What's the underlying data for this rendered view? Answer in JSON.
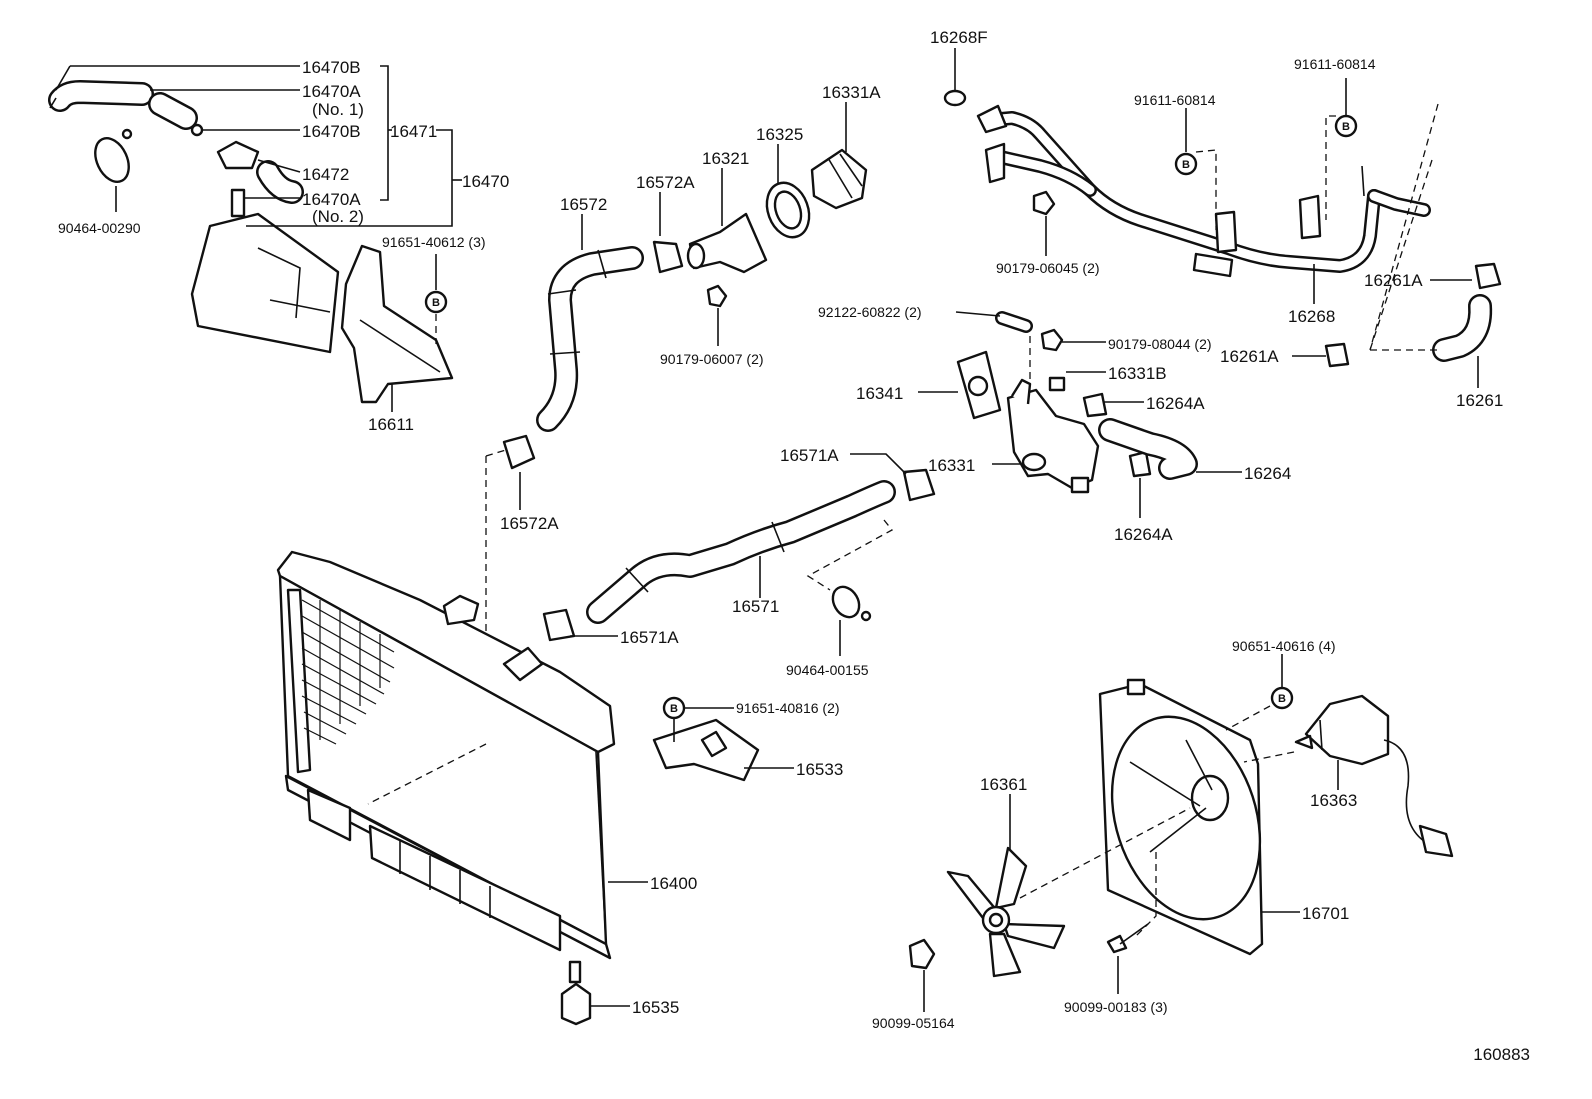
{
  "callouts": {
    "p16470B_1": "16470B",
    "p16470A_1": "16470A",
    "p16470A_1_note": "(No. 1)",
    "p16470B_2": "16470B",
    "p16471": "16471",
    "p16472": "16472",
    "p16470A_2": "16470A",
    "p16470A_2_note": "(No. 2)",
    "p16470": "16470",
    "p90464_00290": "90464-00290",
    "p91651_40612": "91651-40612 (3)",
    "p16611": "16611",
    "p16572": "16572",
    "p16572A_1": "16572A",
    "p16321": "16321",
    "p16325": "16325",
    "p16331A": "16331A",
    "p90179_06007": "90179-06007 (2)",
    "p16572A_2": "16572A",
    "p16268F": "16268F",
    "p91611_60814_1": "91611-60814",
    "p91611_60814_2": "91611-60814",
    "p90179_06045": "90179-06045 (2)",
    "p16268": "16268",
    "p16261A_1": "16261A",
    "p16261A_2": "16261A",
    "p16261": "16261",
    "p92122_60822": "92122-60822 (2)",
    "p90179_08044": "90179-08044 (2)",
    "p16331B": "16331B",
    "p16341": "16341",
    "p16264A_1": "16264A",
    "p16331": "16331",
    "p16264": "16264",
    "p16264A_2": "16264A",
    "p16571A_1": "16571A",
    "p16571": "16571",
    "p16571A_2": "16571A",
    "p90464_00155": "90464-00155",
    "p91651_40816": "91651-40816 (2)",
    "p16533": "16533",
    "p16400": "16400",
    "p16535": "16535",
    "p90651_40616": "90651-40616 (4)",
    "p16363": "16363",
    "p16361": "16361",
    "p16701": "16701",
    "p90099_05164": "90099-05164",
    "p90099_00183": "90099-00183 (3)"
  },
  "bolt_marker": "B",
  "figure_number": "160883"
}
